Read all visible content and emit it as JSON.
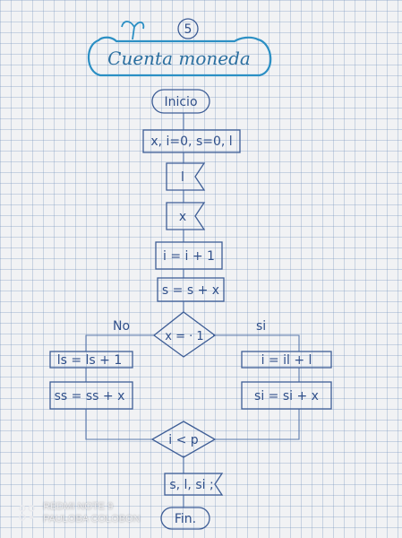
{
  "title": {
    "number": "5",
    "text": "Cuenta moneda"
  },
  "nodes": {
    "start": "Inicio",
    "init": "x, i=0, s=0, l",
    "read_l": "l",
    "read_x": "x",
    "inc_i": "i = i + 1",
    "sum_s": "s = s + x",
    "decision": "x = · 1",
    "no_inc": "ls = ls + 1",
    "no_sum": "ss = ss + x",
    "yes_inc": "i = il + l",
    "yes_sum": "si = si + x",
    "loop": "i < p",
    "output": "s, l, si ;",
    "end": "Fin."
  },
  "branches": {
    "no": "No",
    "yes": "si"
  },
  "watermark": {
    "device": "REDMI NOTE 9",
    "author": "PAULOBA COLOBON"
  },
  "colors": {
    "ink": "#2f4f8a",
    "title_ink": "#2b6fa0",
    "grid": "#8aa3c9"
  }
}
